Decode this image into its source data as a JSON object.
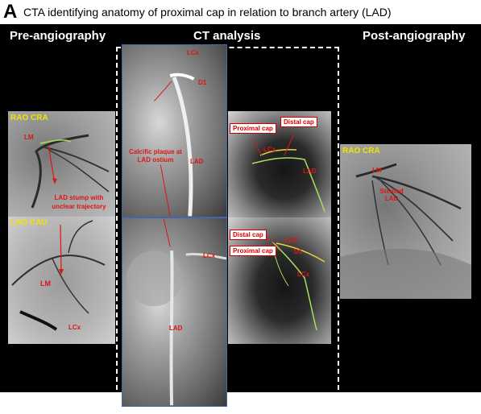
{
  "header": {
    "panel_letter": "A",
    "title": "CTA identifying anatomy of proximal cap in relation to branch artery (LAD)"
  },
  "sections": {
    "pre": "Pre-angiography",
    "ct": "CT analysis",
    "post": "Post-angiography"
  },
  "pre_top": {
    "view": "RAO CRA",
    "lm": "LM",
    "annotation": "LAD stump with unclear trajectory"
  },
  "pre_bottom": {
    "view": "LAO CAU",
    "lm": "LM",
    "lcx": "LCx"
  },
  "ct_top_left": {
    "lcx": "LCx",
    "d1": "D1",
    "lad": "LAD",
    "annotation": "Calcific plaque at LAD ostium"
  },
  "ct_top_right": {
    "proximal_cap": "Proximal cap",
    "distal_cap": "Distal cap",
    "lcx": "LCx",
    "lad": "LAD"
  },
  "ct_bottom_left": {
    "lcx": "LCx",
    "lad": "LAD"
  },
  "ct_bottom_right": {
    "distal_cap": "Distal cap",
    "proximal_cap": "Proximal cap",
    "lad": "LAD",
    "d1": "D1",
    "lcx": "LCx"
  },
  "post": {
    "view": "RAO CRA",
    "lm": "LM",
    "stented": "Stented LAD"
  },
  "colors": {
    "label_red": "#e01414",
    "view_yellow": "#f2e300",
    "vessel_green": "#a8e060",
    "vessel_yellow": "#e8d040",
    "dashed_box": "#ffffff"
  }
}
